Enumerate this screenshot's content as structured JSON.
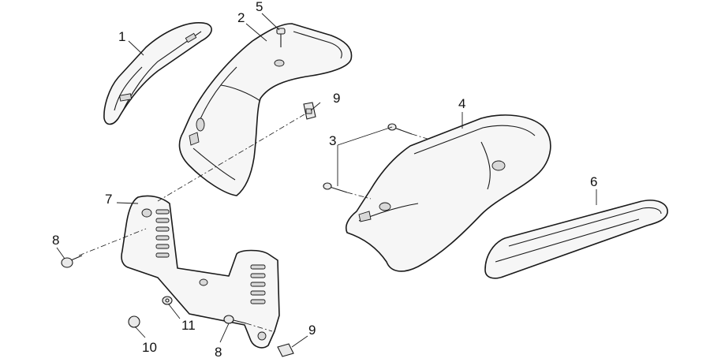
{
  "diagram": {
    "callouts": {
      "c1": "1",
      "c2": "2",
      "c3": "3",
      "c4": "4",
      "c5": "5",
      "c6": "6",
      "c7": "7",
      "c8a": "8",
      "c8b": "8",
      "c9a": "9",
      "c9b": "9",
      "c10": "10",
      "c11": "11"
    }
  }
}
